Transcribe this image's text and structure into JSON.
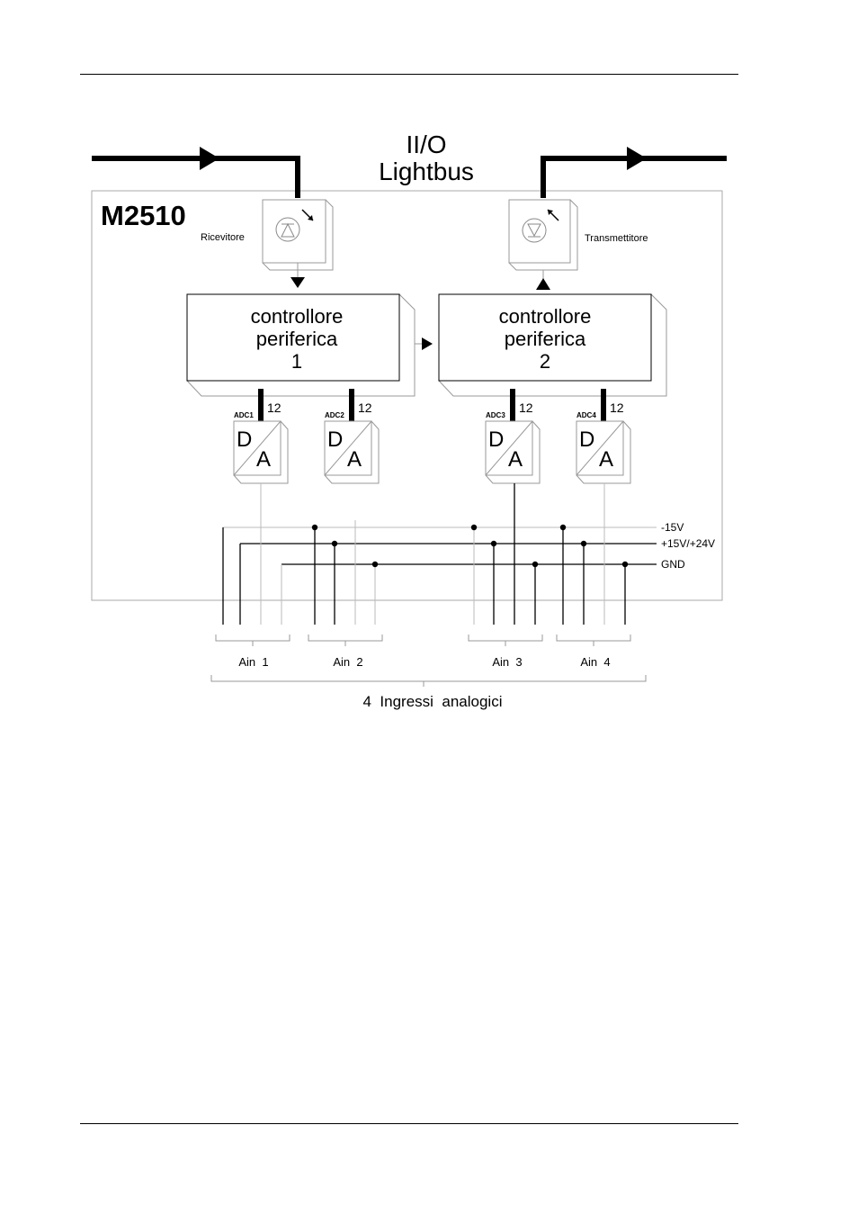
{
  "header": {
    "bus_title_line1": "II/O",
    "bus_title_line2": "Lightbus"
  },
  "module": {
    "name": "M2510",
    "receiver_label": "Ricevitore",
    "transmitter_label": "Transmettitore"
  },
  "controllers": [
    {
      "line1": "controllore",
      "line2": "periferica",
      "number": "1"
    },
    {
      "line1": "controllore",
      "line2": "periferica",
      "number": "2"
    }
  ],
  "converters": [
    {
      "label": "ADC1",
      "bits": "12",
      "top": "D",
      "bottom": "A"
    },
    {
      "label": "ADC2",
      "bits": "12",
      "top": "D",
      "bottom": "A"
    },
    {
      "label": "ADC3",
      "bits": "12",
      "top": "D",
      "bottom": "A"
    },
    {
      "label": "ADC4",
      "bits": "12",
      "top": "D",
      "bottom": "A"
    }
  ],
  "power_rails": [
    {
      "label": "-15V"
    },
    {
      "label": "+15V/+24V"
    },
    {
      "label": "GND"
    }
  ],
  "inputs": [
    {
      "label": "Ain  1"
    },
    {
      "label": "Ain  2"
    },
    {
      "label": "Ain  3"
    },
    {
      "label": "Ain  4"
    }
  ],
  "inputs_group_label": "4  Ingressi  analogici"
}
